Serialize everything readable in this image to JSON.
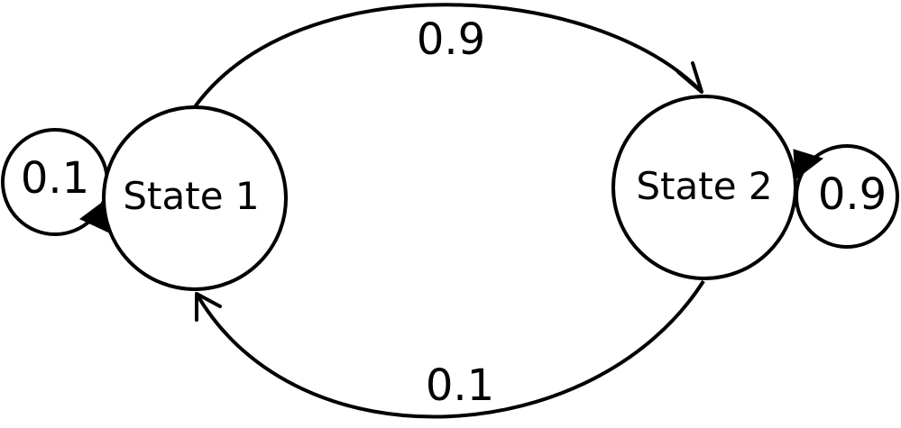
{
  "states": [
    {
      "id": "s1",
      "label": "State 1"
    },
    {
      "id": "s2",
      "label": "State 2"
    }
  ],
  "transitions": [
    {
      "from": "State 1",
      "to": "State 2",
      "probability": "0.9"
    },
    {
      "from": "State 2",
      "to": "State 1",
      "probability": "0.1"
    },
    {
      "from": "State 1",
      "to": "State 1",
      "probability": "0.1"
    },
    {
      "from": "State 2",
      "to": "State 2",
      "probability": "0.9"
    }
  ],
  "colors": {
    "stroke": "#000000",
    "background": "#ffffff"
  }
}
